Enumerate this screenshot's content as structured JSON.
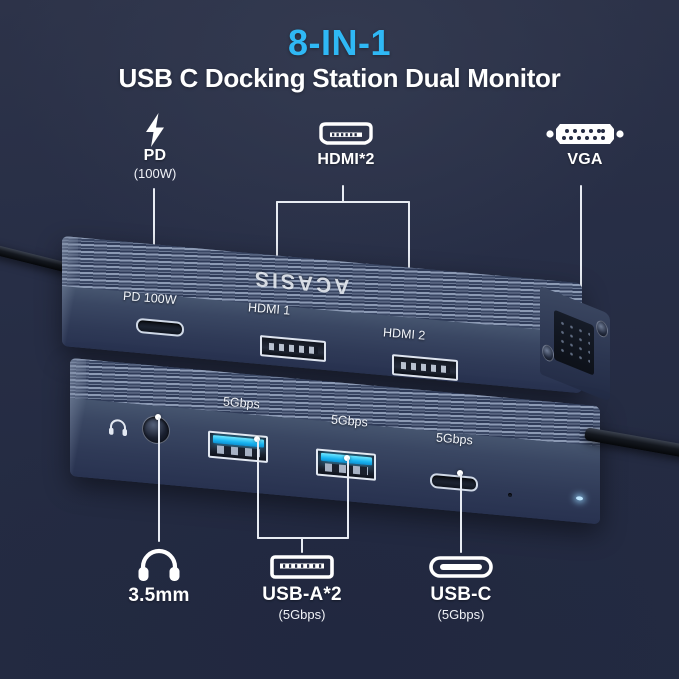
{
  "header": {
    "title": "8-IN-1",
    "subtitle": "USB C Docking Station Dual Monitor",
    "title_color": "#2fb8f5",
    "subtitle_color": "#ffffff"
  },
  "background": {
    "color": "#242b42"
  },
  "product": {
    "brand": "ACASIS",
    "top_unit_labels": [
      {
        "text": "PD 100W"
      },
      {
        "text": "HDMI 1"
      },
      {
        "text": "HDMI 2"
      }
    ],
    "bottom_unit_labels": [
      {
        "text": "5Gbps"
      },
      {
        "text": "5Gbps"
      },
      {
        "text": "5Gbps"
      }
    ]
  },
  "callouts": {
    "top": [
      {
        "id": "pd",
        "icon": "lightning-bolt-icon",
        "label": "PD",
        "sublabel": "(100W)"
      },
      {
        "id": "hdmi",
        "icon": "hdmi-port-icon",
        "label": "HDMI*2",
        "sublabel": ""
      },
      {
        "id": "vga",
        "icon": "vga-port-icon",
        "label": "VGA",
        "sublabel": ""
      }
    ],
    "bottom": [
      {
        "id": "audio",
        "icon": "headphone-icon",
        "label": "3.5mm",
        "sublabel": ""
      },
      {
        "id": "usba",
        "icon": "usb-a-port-icon",
        "label": "USB-A*2",
        "sublabel": "(5Gbps)"
      },
      {
        "id": "usbc",
        "icon": "usb-c-port-icon",
        "label": "USB-C",
        "sublabel": "(5Gbps)"
      }
    ]
  }
}
